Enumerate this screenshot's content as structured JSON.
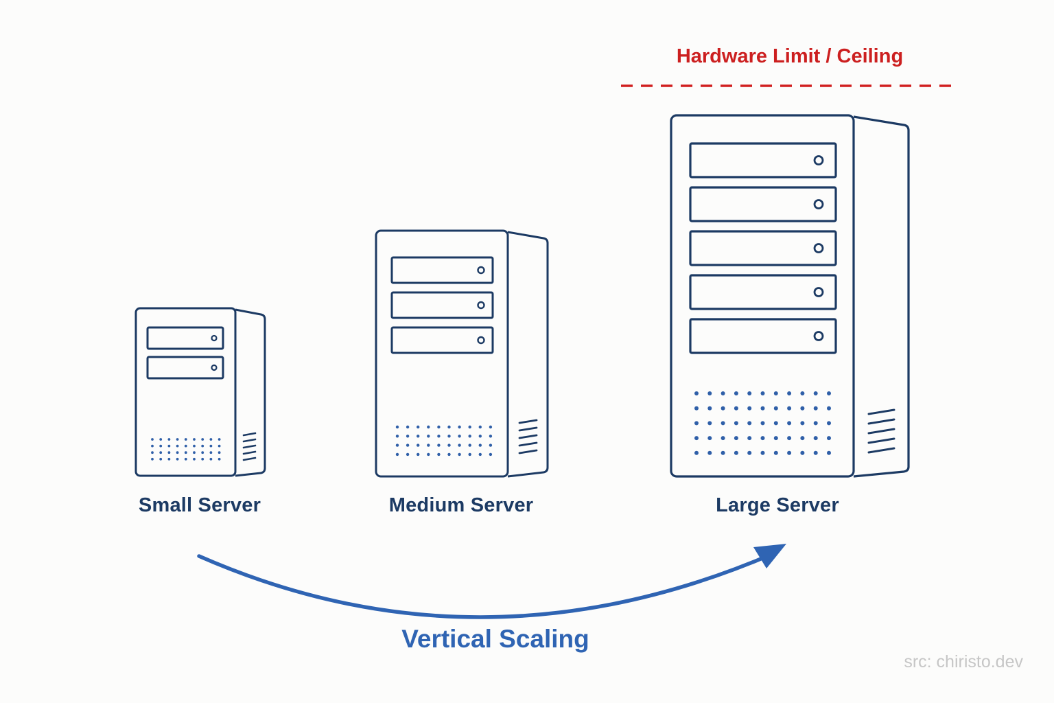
{
  "servers": [
    {
      "label": "Small Server",
      "drive_bays": 2
    },
    {
      "label": "Medium Server",
      "drive_bays": 3
    },
    {
      "label": "Large Server",
      "drive_bays": 5
    }
  ],
  "ceiling": {
    "label": "Hardware Limit / Ceiling"
  },
  "scaling": {
    "label": "Vertical Scaling"
  },
  "source": {
    "text": "src: chiristo.dev"
  },
  "colors": {
    "outline": "#1c3a63",
    "dots": "#2f5fa8",
    "arrow": "#2f64b3",
    "ceiling": "#d12020",
    "background": "#fcfcfb"
  }
}
